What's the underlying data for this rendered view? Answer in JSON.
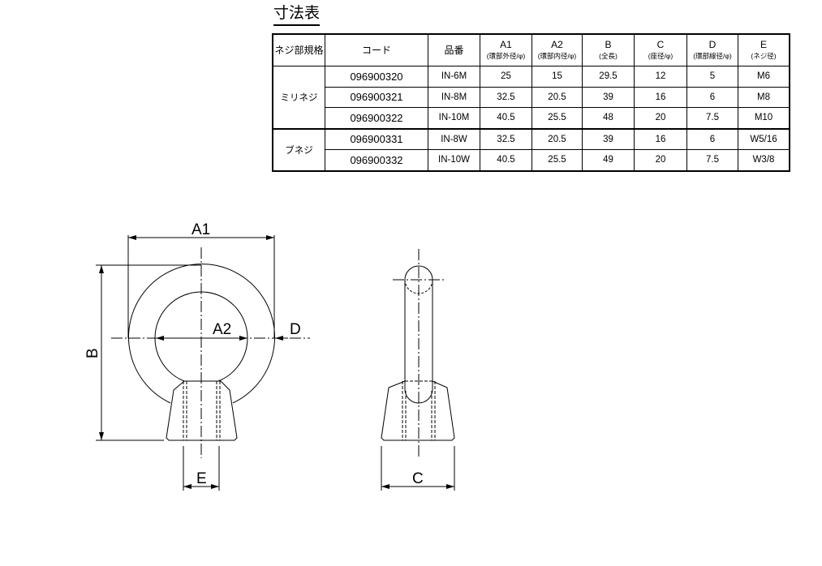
{
  "title": "寸法表",
  "headers": {
    "spec": "ネジ部規格",
    "code": "コード",
    "part": "品番",
    "a1": "A1",
    "a1_sub": "(環部外径/φ)",
    "a2": "A2",
    "a2_sub": "(環部内径/φ)",
    "b": "B",
    "b_sub": "(全長)",
    "c": "C",
    "c_sub": "(座径/φ)",
    "d": "D",
    "d_sub": "(環部線径/φ)",
    "e": "E",
    "e_sub": "(ネジ径)"
  },
  "groups": [
    "ミリネジ",
    "ブネジ"
  ],
  "rows": [
    [
      "096900320",
      "IN-6M",
      "25",
      "15",
      "29.5",
      "12",
      "5",
      "M6"
    ],
    [
      "096900321",
      "IN-8M",
      "32.5",
      "20.5",
      "39",
      "16",
      "6",
      "M8"
    ],
    [
      "096900322",
      "IN-10M",
      "40.5",
      "25.5",
      "48",
      "20",
      "7.5",
      "M10"
    ],
    [
      "096900331",
      "IN-8W",
      "32.5",
      "20.5",
      "39",
      "16",
      "6",
      "W5/16"
    ],
    [
      "096900332",
      "IN-10W",
      "40.5",
      "25.5",
      "49",
      "20",
      "7.5",
      "W3/8"
    ]
  ],
  "labels": {
    "a1": "A1",
    "a2": "A2",
    "b": "B",
    "c": "C",
    "d": "D",
    "e": "E"
  }
}
